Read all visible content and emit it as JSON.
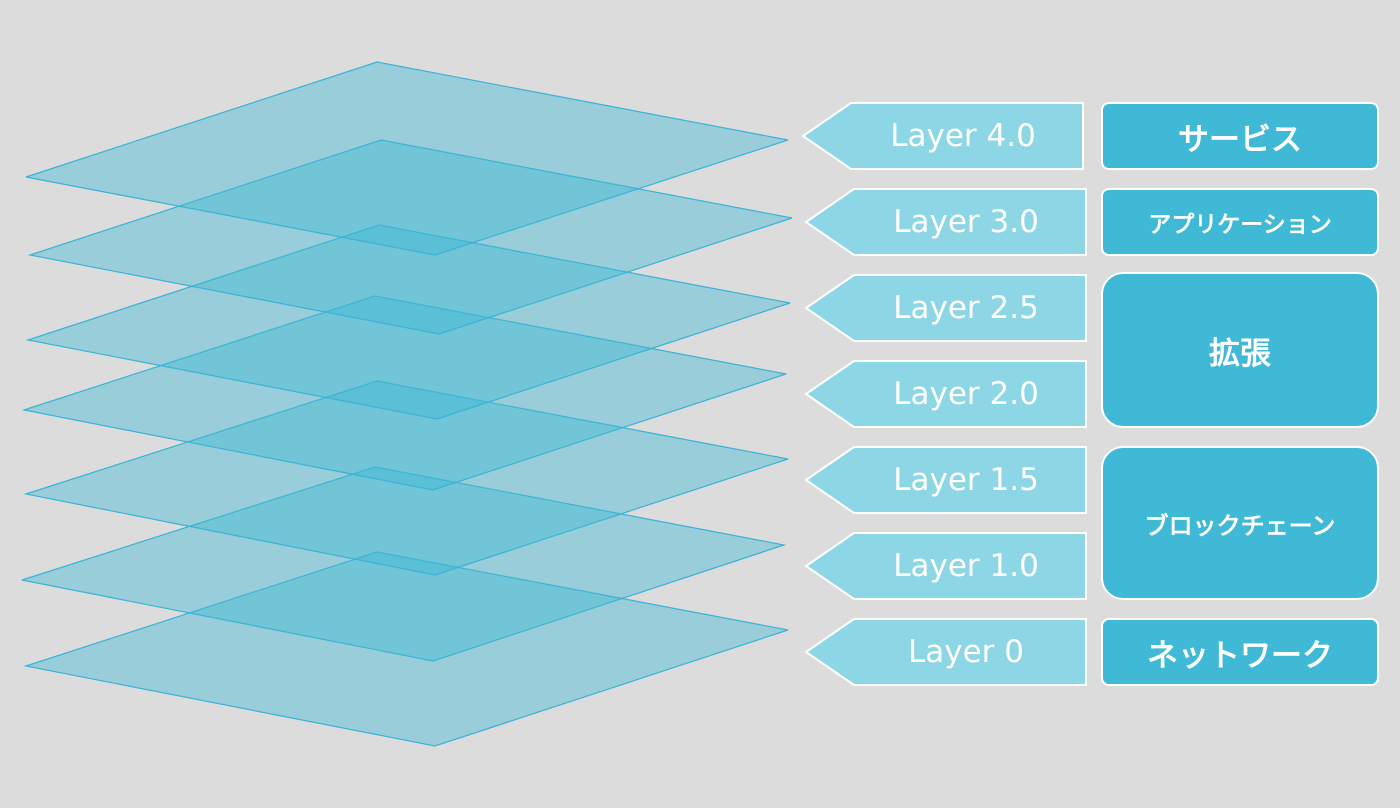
{
  "diagram": {
    "layers": [
      {
        "id": "layer-4-0",
        "label": "Layer 4.0"
      },
      {
        "id": "layer-3-0",
        "label": "Layer 3.0"
      },
      {
        "id": "layer-2-5",
        "label": "Layer 2.5"
      },
      {
        "id": "layer-2-0",
        "label": "Layer 2.0"
      },
      {
        "id": "layer-1-5",
        "label": "Layer 1.5"
      },
      {
        "id": "layer-1-0",
        "label": "Layer 1.0"
      },
      {
        "id": "layer-0",
        "label": "Layer 0"
      }
    ],
    "categories": [
      {
        "id": "service",
        "label": "サービス"
      },
      {
        "id": "application",
        "label": "アプリケーション"
      },
      {
        "id": "extension",
        "label": "拡張"
      },
      {
        "id": "blockchain",
        "label": "ブロックチェーン"
      },
      {
        "id": "network",
        "label": "ネットワーク"
      }
    ],
    "colors": {
      "background": "#dcdcdc",
      "plane_fill": "#3bb7d4",
      "plane_stroke": "#39b3d6",
      "tag_fill": "#8dd6e6",
      "category_fill": "#3fb9d6",
      "text": "#ffffff"
    }
  }
}
